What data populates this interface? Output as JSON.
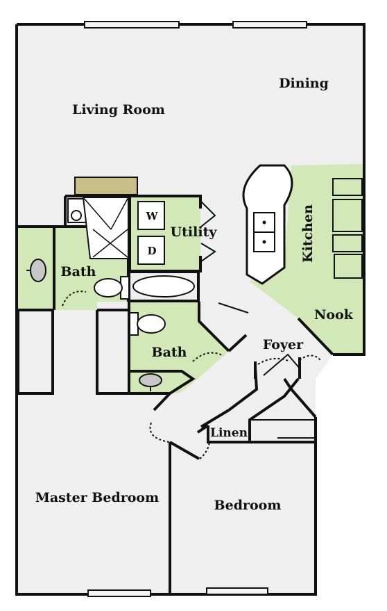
{
  "colors": {
    "floor": "#efefef",
    "wet_area": "#d3e8b8",
    "wall": "#111111",
    "window": "#f4f4f4",
    "fireplace": "#c9bd88",
    "fixture": "#ffffff"
  },
  "rooms": {
    "living_room": "Living Room",
    "dining": "Dining",
    "kitchen": "Kitchen",
    "nook": "Nook",
    "utility": "Utility",
    "bath_1": "Bath",
    "bath_2": "Bath",
    "foyer": "Foyer",
    "linen": "Linen",
    "master_bedroom": "Master Bedroom",
    "bedroom": "Bedroom"
  },
  "appliances": {
    "washer": "W",
    "dryer": "D"
  },
  "icons": [
    "window-icon",
    "fireplace-icon",
    "sink-icon",
    "toilet-icon",
    "bathtub-icon",
    "shower-icon",
    "door-swing-icon"
  ]
}
